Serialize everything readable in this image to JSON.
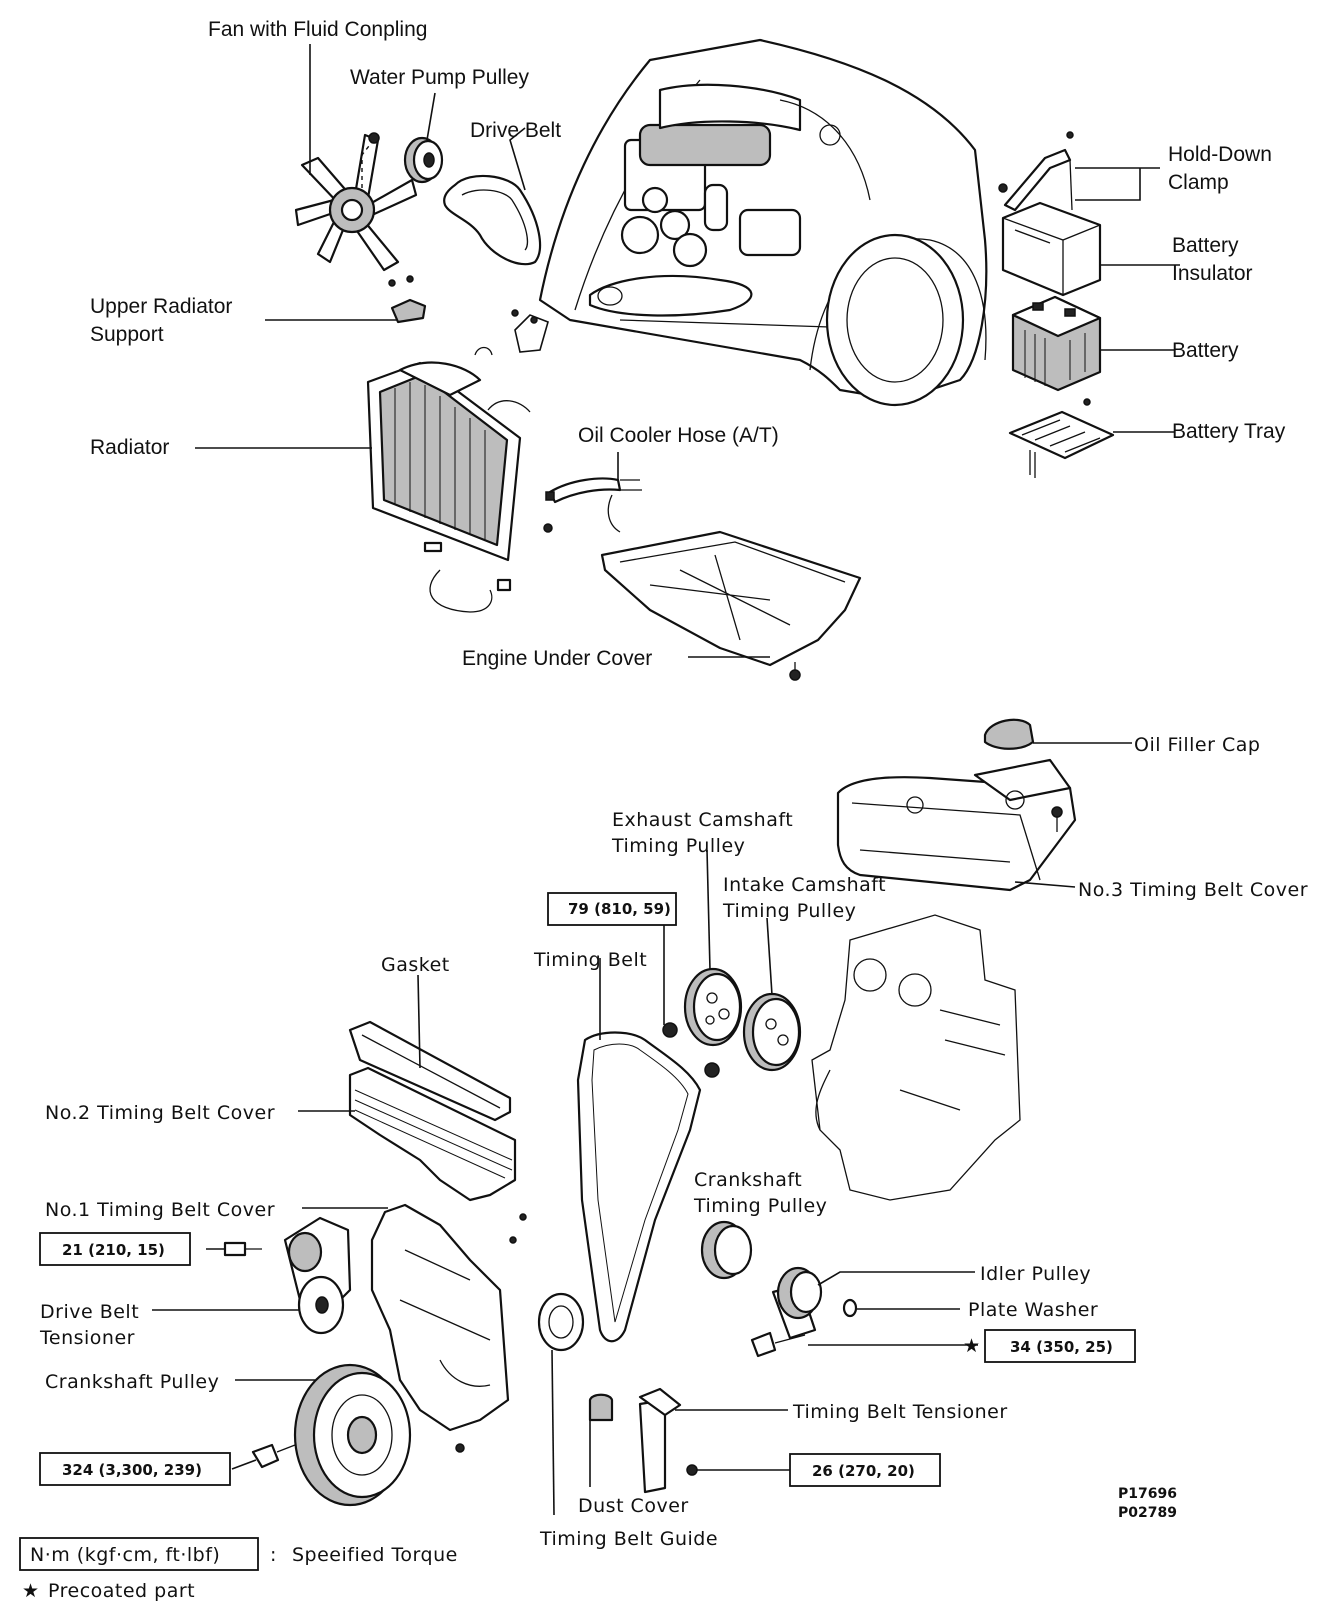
{
  "labels": {
    "fan": "Fan with Fluid Conpling",
    "water_pump_pulley": "Water Pump Pulley",
    "drive_belt": "Drive Belt",
    "hold_down_clamp_1": "Hold-Down",
    "hold_down_clamp_2": "Clamp",
    "battery_insulator_1": "Battery",
    "battery_insulator_2": "Insulator",
    "battery": "Battery",
    "battery_tray": "Battery Tray",
    "upper_radiator_support_1": "Upper Radiator",
    "upper_radiator_support_2": "Support",
    "radiator": "Radiator",
    "oil_cooler_hose": "Oil Cooler Hose (A/T)",
    "engine_under_cover": "Engine Under Cover",
    "oil_filler_cap": "Oil Filler Cap",
    "exhaust_cam_pulley_1": "Exhaust Camshaft",
    "exhaust_cam_pulley_2": "Timing Pulley",
    "intake_cam_pulley_1": "Intake Camshaft",
    "intake_cam_pulley_2": "Timing Pulley",
    "no3_cover": "No.3 Timing Belt Cover",
    "timing_belt": "Timing Belt",
    "gasket": "Gasket",
    "no2_cover": "No.2 Timing Belt Cover",
    "no1_cover": "No.1 Timing Belt Cover",
    "crank_timing_pulley_1": "Crankshaft",
    "crank_timing_pulley_2": "Timing Pulley",
    "idler_pulley": "Idler Pulley",
    "plate_washer": "Plate Washer",
    "drive_belt_tensioner_1": "Drive Belt",
    "drive_belt_tensioner_2": "Tensioner",
    "crankshaft_pulley": "Crankshaft Pulley",
    "timing_belt_tensioner": "Timing Belt Tensioner",
    "dust_cover": "Dust Cover",
    "timing_belt_guide": "Timing Belt Guide"
  },
  "torques": {
    "cam_bolt": "79 (810, 59)",
    "tensioner_bolt": "21 (210, 15)",
    "idler_bolt": "34 (350, 25)",
    "crank_bolt": "324 (3,300, 239)",
    "tb_tensioner_bolt": "26 (270, 20)"
  },
  "marks": {
    "precoat_star": "★"
  },
  "legend": {
    "unit": "N·m (kgf·cm, ft·lbf)",
    "colon": ":",
    "meaning": "Speeified Torque",
    "star": "★",
    "precoated": "Precoated part"
  },
  "codes": {
    "code1": "P17696",
    "code2": "P02789"
  }
}
